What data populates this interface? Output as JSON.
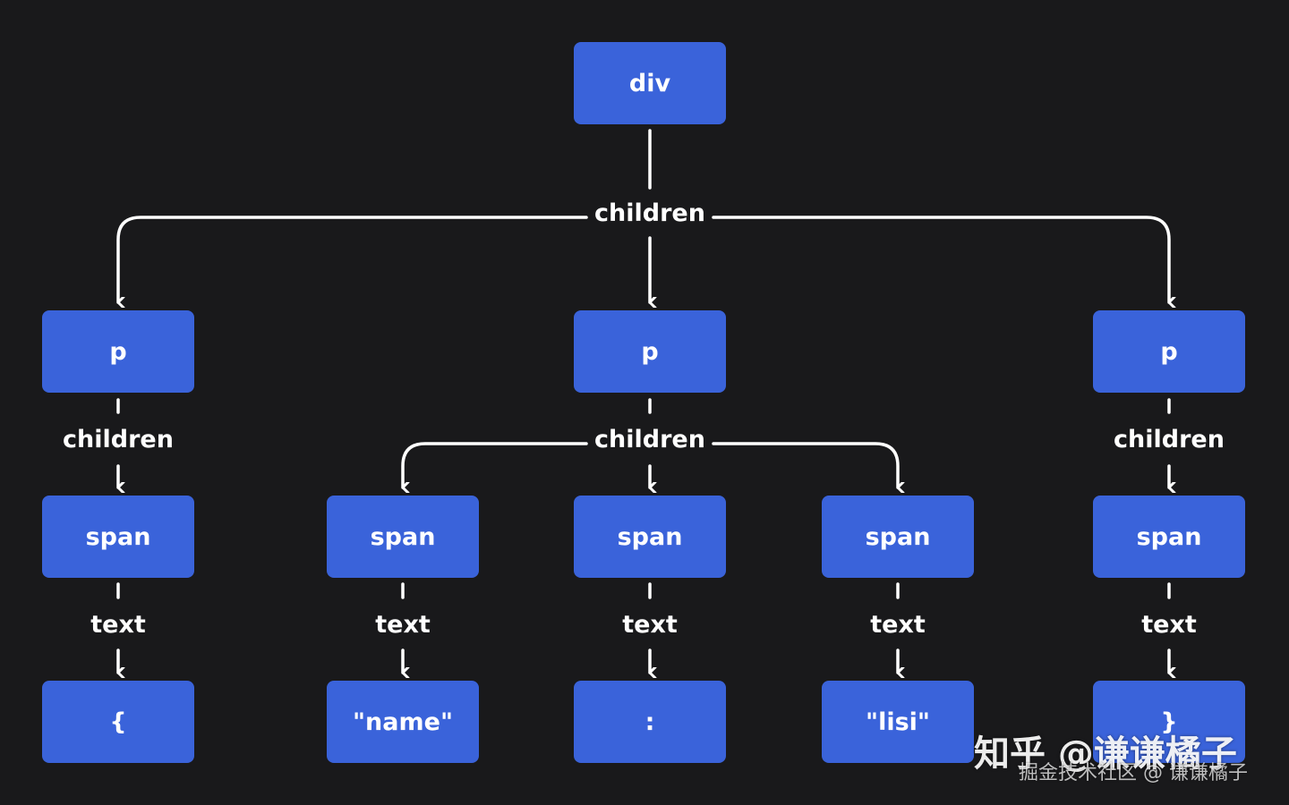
{
  "diagram": {
    "root": {
      "label": "div"
    },
    "root_edge": "children",
    "left": {
      "p": "p",
      "edge1": "children",
      "span": "span",
      "edge2": "text",
      "leaf": "{"
    },
    "center": {
      "p": "p",
      "edge1": "children",
      "spans": [
        {
          "span": "span",
          "edge": "text",
          "leaf": "\"name\""
        },
        {
          "span": "span",
          "edge": "text",
          "leaf": ":"
        },
        {
          "span": "span",
          "edge": "text",
          "leaf": "\"lisi\""
        }
      ]
    },
    "right": {
      "p": "p",
      "edge1": "children",
      "span": "span",
      "edge2": "text",
      "leaf": "}"
    }
  },
  "colors": {
    "background": "#19191b",
    "node": "#3a63da",
    "line": "#ffffff"
  },
  "watermark": {
    "line1": "知乎 @谦谦橘子",
    "line2": "掘金技术社区 @ 谦谦橘子"
  }
}
